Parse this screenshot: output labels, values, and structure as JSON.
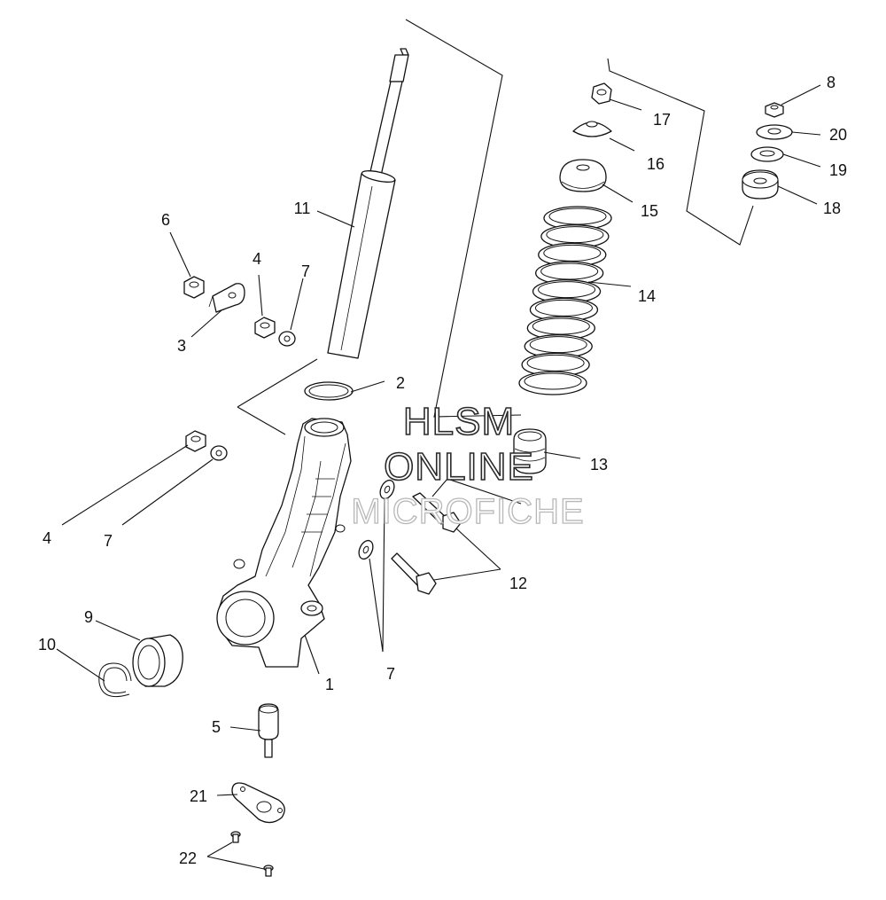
{
  "watermark": {
    "line1": "HLSM",
    "line2": "ONLINE",
    "line3": "MICROFICHE"
  },
  "parts": [
    {
      "id": "p1",
      "number": "1",
      "name": "steering-knuckle"
    },
    {
      "id": "p2",
      "number": "2",
      "name": "o-ring"
    },
    {
      "id": "p3",
      "number": "3",
      "name": "bracket"
    },
    {
      "id": "p4a",
      "number": "4",
      "name": "nut"
    },
    {
      "id": "p4b",
      "number": "4",
      "name": "nut"
    },
    {
      "id": "p5",
      "number": "5",
      "name": "ball-joint"
    },
    {
      "id": "p6",
      "number": "6",
      "name": "nut"
    },
    {
      "id": "p7a",
      "number": "7",
      "name": "washer"
    },
    {
      "id": "p7b",
      "number": "7",
      "name": "washer"
    },
    {
      "id": "p7c",
      "number": "7",
      "name": "washer"
    },
    {
      "id": "p8",
      "number": "8",
      "name": "nut"
    },
    {
      "id": "p9",
      "number": "9",
      "name": "bearing"
    },
    {
      "id": "p10",
      "number": "10",
      "name": "snap-ring"
    },
    {
      "id": "p11",
      "number": "11",
      "name": "shock-absorber"
    },
    {
      "id": "p12",
      "number": "12",
      "name": "bolt"
    },
    {
      "id": "p13",
      "number": "13",
      "name": "bump-stop"
    },
    {
      "id": "p14",
      "number": "14",
      "name": "coil-spring"
    },
    {
      "id": "p15",
      "number": "15",
      "name": "spring-seat"
    },
    {
      "id": "p16",
      "number": "16",
      "name": "cap"
    },
    {
      "id": "p17",
      "number": "17",
      "name": "nut"
    },
    {
      "id": "p18",
      "number": "18",
      "name": "mount"
    },
    {
      "id": "p19",
      "number": "19",
      "name": "washer"
    },
    {
      "id": "p20",
      "number": "20",
      "name": "washer"
    },
    {
      "id": "p21",
      "number": "21",
      "name": "plate"
    },
    {
      "id": "p22",
      "number": "22",
      "name": "screw"
    }
  ]
}
